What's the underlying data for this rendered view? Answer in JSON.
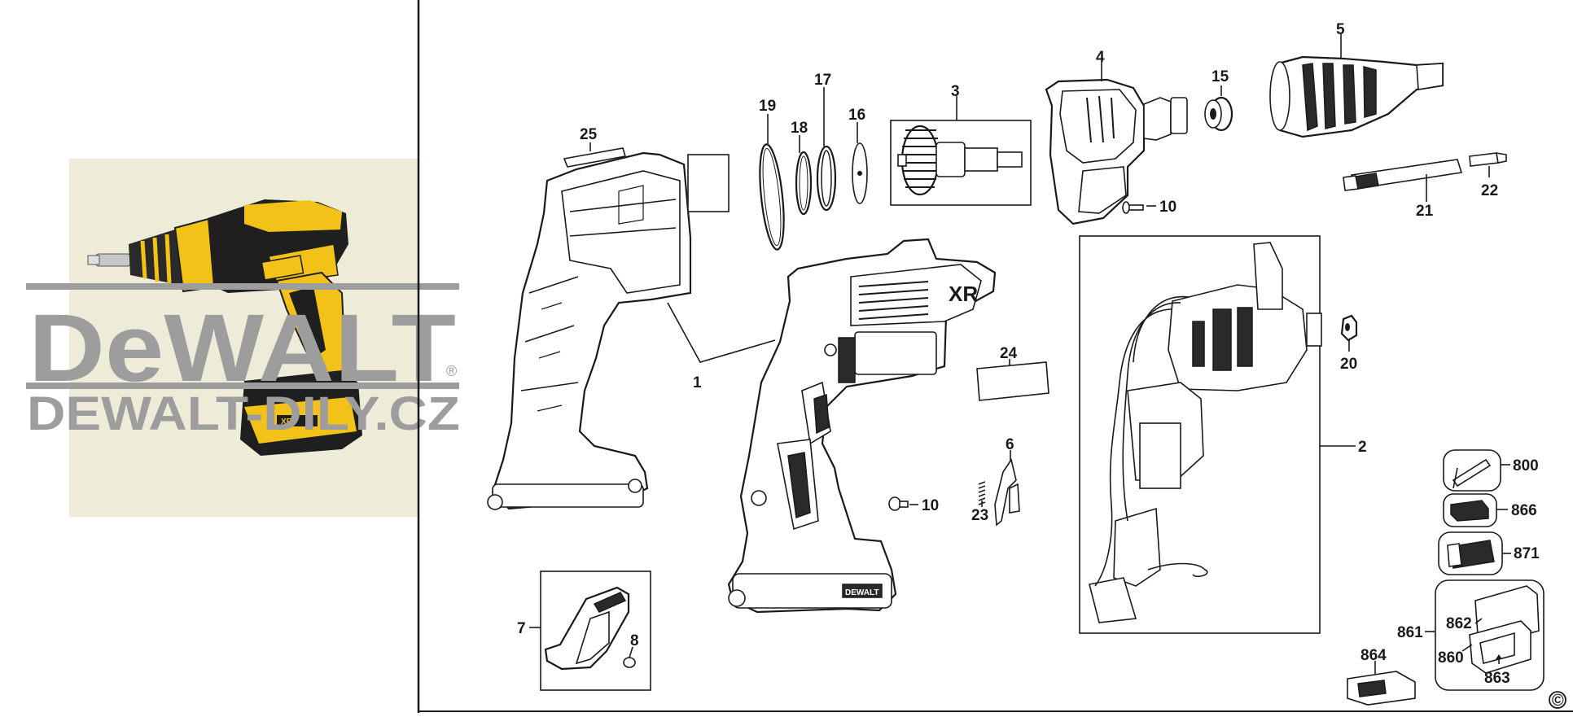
{
  "watermark": {
    "brand": "DeWALT",
    "site": "DEWALT-DILY.CZ",
    "registered": "®"
  },
  "copyright_mark": "©",
  "callouts": {
    "c1": "1",
    "c2": "2",
    "c3": "3",
    "c4": "4",
    "c5": "5",
    "c6": "6",
    "c7": "7",
    "c8": "8",
    "c10a": "10",
    "c10b": "10",
    "c15": "15",
    "c16": "16",
    "c17": "17",
    "c18": "18",
    "c19": "19",
    "c20": "20",
    "c21": "21",
    "c22": "22",
    "c23": "23",
    "c24": "24",
    "c25": "25",
    "c800": "800",
    "c860": "860",
    "c861": "861",
    "c862": "862",
    "c863": "863",
    "c864": "864",
    "c866": "866",
    "c871": "871"
  },
  "product_labels": {
    "brand_on_tool": "DEWALT",
    "xr_badge": "XR"
  },
  "colors": {
    "tool_yellow": "#f2c218",
    "tool_black": "#1f1f1f",
    "photo_background": "#eeebd9",
    "watermark_grey": "#9d9d9d",
    "line_art": "#1a1a1a"
  }
}
